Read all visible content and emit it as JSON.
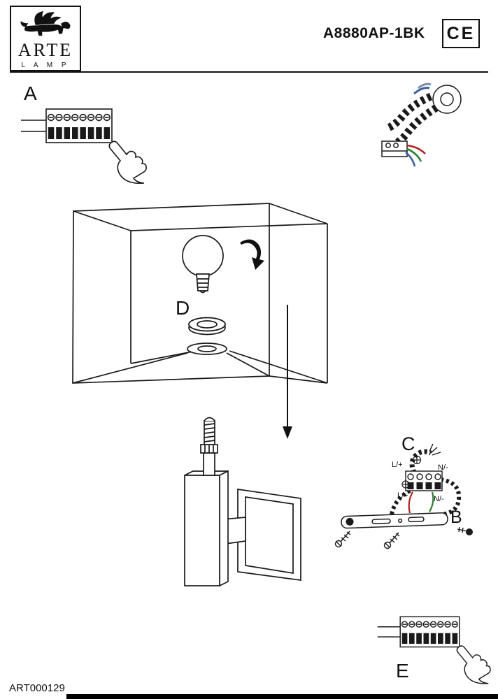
{
  "header": {
    "brand": "ARTE",
    "brand_sub": "L A M P",
    "model": "A8880AP-1BK",
    "ce_mark": "CE"
  },
  "step_labels": {
    "a": "A",
    "b": "B",
    "c": "C",
    "d": "D",
    "e": "E"
  },
  "wiring_labels": {
    "live": "L/+",
    "neutral": "N/-"
  },
  "footer": {
    "article_code": "ART000129"
  },
  "colors": {
    "ink": "#1a1a1a",
    "wire_red": "#b22222",
    "wire_green": "#2e7d32",
    "wire_blue": "#3a5fa0",
    "wire_gray": "#7d8aa0"
  }
}
